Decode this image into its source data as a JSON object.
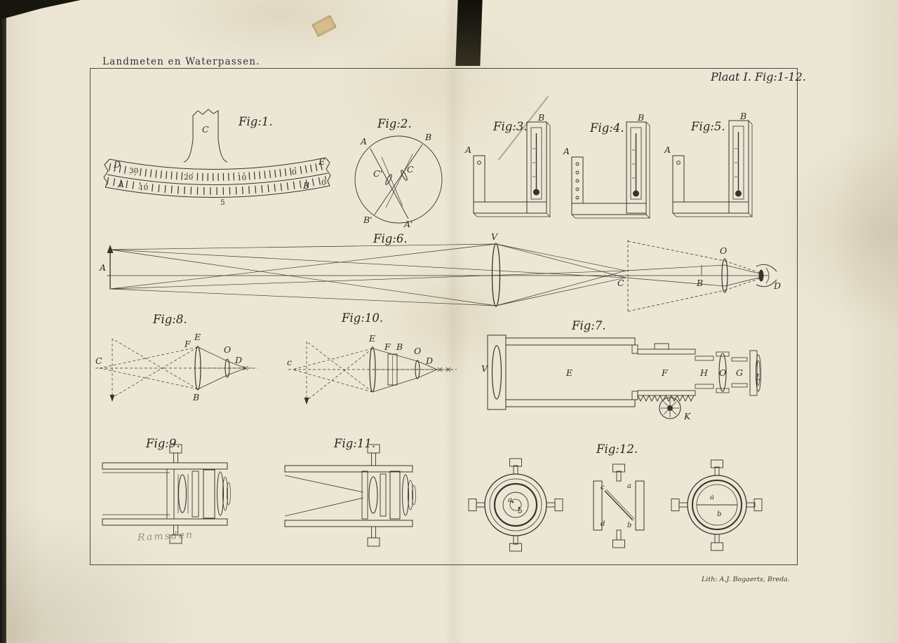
{
  "colors": {
    "paper": "#ebe6d4",
    "ink": "#35342c"
  },
  "page": {
    "header_left": "Landmeten en Waterpassen.",
    "header_right": "Plaat I. Fig:1-12.",
    "imprint": "Lith: A.J. Bogaerts, Breda.",
    "handwriting": "Ramsden"
  },
  "fig1": {
    "caption": "Fig:1.",
    "labels": {
      "c": "C",
      "d": "D",
      "e": "E",
      "a": "A",
      "b": "B"
    },
    "upper_ticks": [
      "30",
      "20",
      "10",
      "0"
    ],
    "lower_ticks": [
      "10",
      "5",
      "0"
    ]
  },
  "fig2": {
    "caption": "Fig:2.",
    "labels": {
      "a": "A",
      "b": "B",
      "c_left": "C'",
      "c_right": "C",
      "b_prime": "B'",
      "a_prime": "A'"
    }
  },
  "fig3": {
    "caption": "Fig:3.",
    "labels": {
      "a": "A",
      "b": "B"
    }
  },
  "fig4": {
    "caption": "Fig:4.",
    "labels": {
      "a": "A",
      "b": "B"
    }
  },
  "fig5": {
    "caption": "Fig:5.",
    "labels": {
      "a": "A",
      "b": "B"
    }
  },
  "fig6": {
    "caption": "Fig:6.",
    "labels": {
      "a": "A",
      "v": "V",
      "c": "C",
      "b": "B",
      "o": "O",
      "d": "D"
    }
  },
  "fig7": {
    "caption": "Fig:7.",
    "labels": {
      "v": "V",
      "e": "E",
      "f": "F",
      "k": "K",
      "h": "H",
      "o": "O",
      "g": "G",
      "l": "L"
    }
  },
  "fig8": {
    "caption": "Fig:8.",
    "labels": {
      "c": "C",
      "e": "E",
      "f": "F",
      "b": "B",
      "o": "O",
      "d": "D"
    }
  },
  "fig9": {
    "caption": "Fig:9."
  },
  "fig10": {
    "caption": "Fig:10.",
    "labels": {
      "c": "c",
      "e": "E",
      "f": "F",
      "b": "B",
      "o": "O",
      "d": "D"
    }
  },
  "fig11": {
    "caption": "Fig:11."
  },
  "fig12": {
    "caption": "Fig:12.",
    "labels": {
      "left_a": "a",
      "left_b": "b",
      "mid_c": "c",
      "mid_a": "a",
      "mid_d": "d",
      "mid_b": "b",
      "right_a": "a",
      "right_b": "b"
    }
  }
}
